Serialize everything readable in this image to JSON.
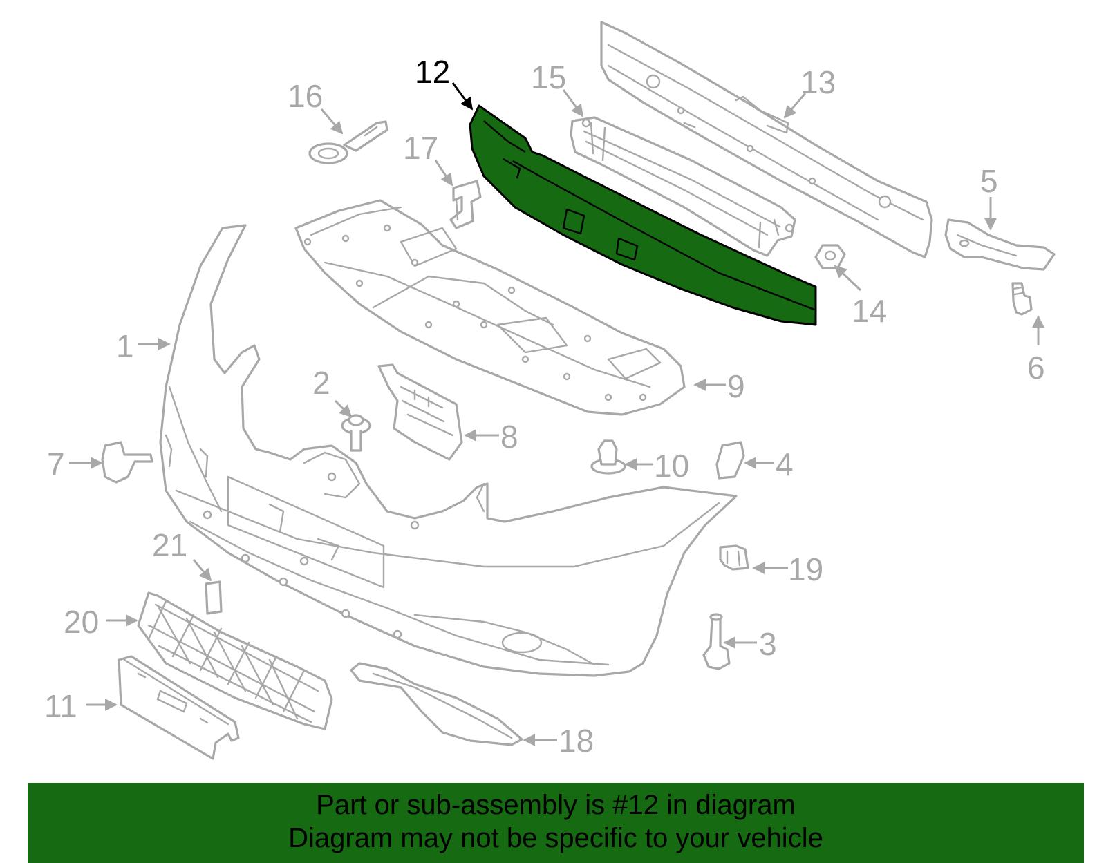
{
  "diagram": {
    "highlighted_part": "12",
    "callouts": [
      "1",
      "2",
      "3",
      "4",
      "5",
      "6",
      "7",
      "8",
      "9",
      "10",
      "11",
      "12",
      "13",
      "14",
      "15",
      "16",
      "17",
      "18",
      "19",
      "20",
      "21"
    ]
  },
  "colors": {
    "highlight": "#156a12",
    "line_art": "#a8a8a8",
    "banner_text": "#000000"
  },
  "banner": {
    "line1": "Part or sub-assembly is #12 in diagram",
    "line2": "Diagram may not be specific to your vehicle"
  }
}
